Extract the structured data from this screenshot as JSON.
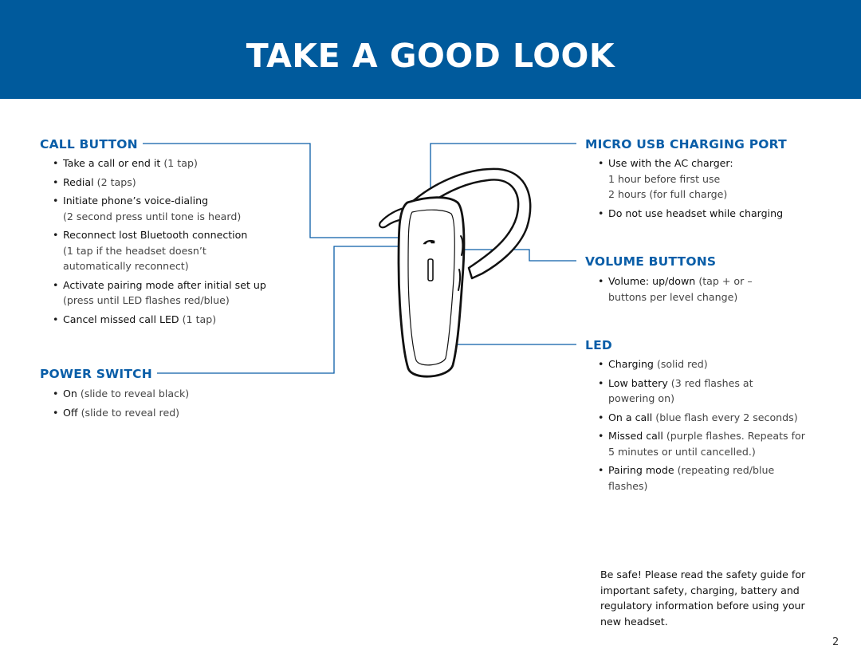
{
  "title": "TAKE A GOOD LOOK",
  "sections": {
    "call_button": {
      "heading": "CALL BUTTON",
      "items": [
        {
          "main": "Take a call or end it",
          "note": "(1 tap)"
        },
        {
          "main": "Redial",
          "note": "(2 taps)"
        },
        {
          "main": "Initiate phone’s voice-dialing",
          "note": "(2 second press until tone is heard)"
        },
        {
          "main": "Reconnect lost Bluetooth connection",
          "note": "(1 tap if the headset doesn’t automatically reconnect)"
        },
        {
          "main": "Activate pairing mode after initial set up",
          "note": "(press until LED flashes red/blue)"
        },
        {
          "main": "Cancel missed call LED",
          "note": "(1 tap)"
        }
      ]
    },
    "power_switch": {
      "heading": "POWER SWITCH",
      "items": [
        {
          "main": "On",
          "note": "(slide to reveal black)"
        },
        {
          "main": "Off",
          "note": "(slide to reveal red)"
        }
      ]
    },
    "micro_usb": {
      "heading": "MICRO USB CHARGING PORT",
      "items": [
        {
          "main": "Use with the AC charger:",
          "sub1": "1 hour before first use",
          "sub2": "2 hours (for full charge)"
        },
        {
          "main": "Do not use headset while charging"
        }
      ]
    },
    "volume_buttons": {
      "heading": "VOLUME BUTTONS",
      "items": [
        {
          "main": "Volume: up/down",
          "note": "(tap + or – buttons per level change)"
        }
      ]
    },
    "led": {
      "heading": "LED",
      "items": [
        {
          "main": "Charging",
          "note": "(solid red)"
        },
        {
          "main": "Low battery",
          "note": "(3 red flashes at powering on)"
        },
        {
          "main": "On a call",
          "note": "(blue flash every 2 seconds)"
        },
        {
          "main": "Missed call",
          "note": "(purple flashes. Repeats for 5 minutes or until cancelled.)"
        },
        {
          "main": "Pairing mode",
          "note": "(repeating red/blue flashes)"
        }
      ]
    }
  },
  "safety_note": "Be safe! Please read the safety guide for important safety, charging, battery and regulatory information before using your new headset.",
  "page_number": "2",
  "colors": {
    "header_bg": "#005a9c",
    "heading_text": "#0a5ea8",
    "callout_line": "#0a5ea8"
  },
  "icons": [
    "headset-illustration",
    "phone-handset-icon"
  ]
}
